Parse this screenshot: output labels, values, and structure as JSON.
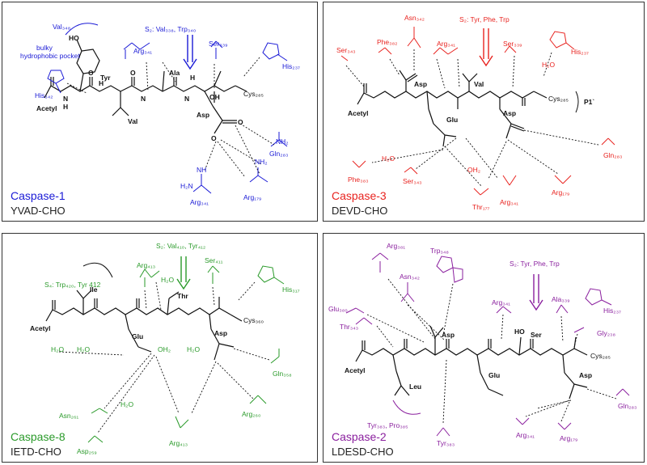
{
  "colors": {
    "black": "#111111",
    "caspase1": "#1a1ad6",
    "caspase3": "#e8231f",
    "caspase8": "#2a9a2a",
    "caspase2": "#8a1f9e"
  },
  "panels": {
    "caspase1": {
      "name": "Caspase-1",
      "substrate": "YVAD-CHO",
      "pocket_label_1": "bulky",
      "pocket_label_2": "hydrophobic pocket",
      "s2_label": "S₂: Val₃₃₈, Trp₃₄₀",
      "residues": {
        "val348": "Val₃₄₈",
        "arg341": "Arg₃₄₁",
        "ser339": "Ser₃₃₉",
        "his237": "His₂₃₇",
        "his342": "His₃₄₂",
        "cys285": "Cys₂₈₅",
        "gln283": "Gln₂₈₃",
        "arg341b": "Arg₃₄₁",
        "arg179": "Arg₁₇₉"
      },
      "chain": {
        "ho": "HO",
        "tyr": "Tyr",
        "acetyl": "Acetyl",
        "val": "Val",
        "ala": "Ala",
        "asp": "Asp",
        "oh": "OH",
        "h": "H",
        "n": "N",
        "o": "O",
        "nh": "NH",
        "nh2": "NH₂",
        "h2n": "H₂N"
      }
    },
    "caspase3": {
      "name": "Caspase-3",
      "substrate": "DEVD-CHO",
      "s2_label": "S₂: Tyr, Phe, Trp",
      "p1_label": "P1`",
      "residues": {
        "asn342": "Asn₃₄₂",
        "ser343": "Ser₃₄₃",
        "phe382": "Phe₃₈₂",
        "arg341": "Arg₃₄₁",
        "ser339": "Ser₃₃₉",
        "his237": "His₂₃₇",
        "cys285": "Cys₂₈₅",
        "gln283": "Gln₂₈₃",
        "phe383": "Phe₃₈₃",
        "ser343b": "Ser₃₄₃",
        "thr177": "Thr₁₇₇",
        "arg341b": "Arg₃₄₁",
        "arg179": "Arg₁₇₉"
      },
      "chain": {
        "asp": "Asp",
        "val": "Val",
        "acetyl": "Acetyl",
        "glu": "Glu",
        "h2o": "H₂O",
        "oh2": "OH₂"
      }
    },
    "caspase8": {
      "name": "Caspase-8",
      "substrate": "IETD-CHO",
      "s4_label": "S₄: Trp₄₂₀, Tyr 412",
      "s2_label": "S₂: Val₄₁₀, Tyr₄₁₂",
      "residues": {
        "arg413": "Arg₄₁₃",
        "ser411": "Ser₄₁₁",
        "his317": "His₃₁₇",
        "cys360": "Cys₃₆₀",
        "gln358": "Gln₃₅₈",
        "asn261": "Asn₂₆₁",
        "asp259": "Asp₂₅₉",
        "arg413b": "Arg₄₁₃",
        "arg260": "Arg₂₆₀"
      },
      "chain": {
        "ile": "Ile",
        "thr": "Thr",
        "acetyl": "Acetyl",
        "glu": "Glu",
        "asp": "Asp",
        "h2o": "H₂O",
        "oh2": "OH₂"
      }
    },
    "caspase2": {
      "name": "Caspase-2",
      "substrate": "LDESD-CHO",
      "s2_label": "S₂: Tyr, Phe, Trp",
      "s4_label": "Tyr₃₈₃, Pro₃₈₅",
      "residues": {
        "arg381": "Arg₃₈₁",
        "trp348": "Trp₃₄₈",
        "asn342": "Asn₃₄₂",
        "glu380": "Glu₃₈₀",
        "thr343": "Thr₃₄₃",
        "arg341": "Arg₃₄₁",
        "ala339": "Ala₃₃₉",
        "his237": "His₂₃₇",
        "gly238": "Gly₂₃₈",
        "cys285": "Cys₂₈₅",
        "gln283": "Gln₂₈₃",
        "tyr383": "Tyr₃₈₃",
        "arg341b": "Arg₃₄₁",
        "arg179": "Arg₁₇₉"
      },
      "chain": {
        "acetyl": "Acetyl",
        "leu": "Leu",
        "asp": "Asp",
        "glu": "Glu",
        "ser": "Ser",
        "asp2": "Asp",
        "ho": "HO"
      }
    }
  }
}
